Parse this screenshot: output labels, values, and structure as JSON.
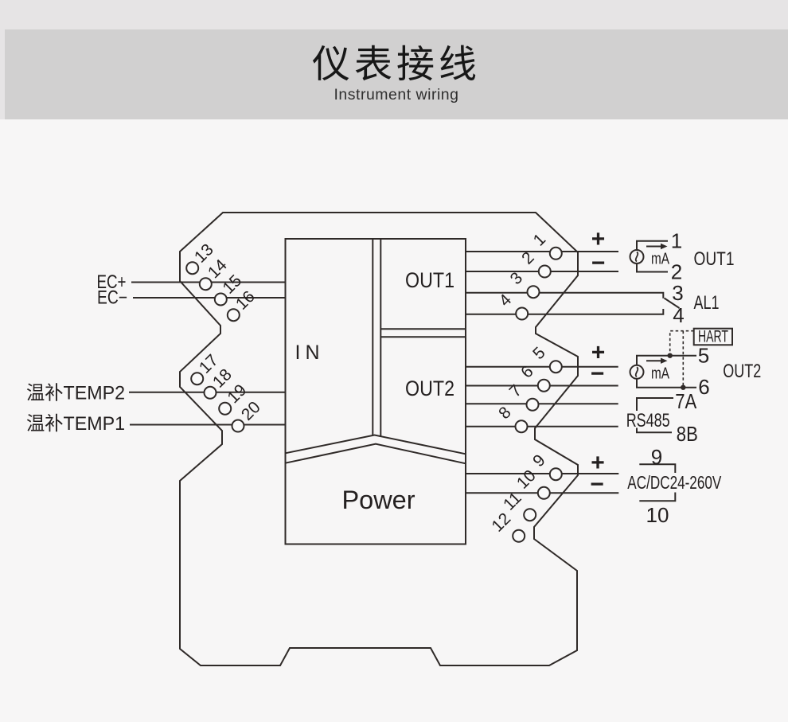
{
  "header": {
    "title": "仪表接线",
    "subtitle": "Instrument wiring"
  },
  "blocks": {
    "in": "IN",
    "out1": "OUT1",
    "out2": "OUT2",
    "power": "Power"
  },
  "left": {
    "ec_plus": "EC+",
    "ec_minus": "EC−",
    "temp2": "温补TEMP2",
    "temp1": "温补TEMP1",
    "terms": [
      "13",
      "14",
      "15",
      "16",
      "17",
      "18",
      "19",
      "20"
    ]
  },
  "right": {
    "terms": [
      "1",
      "2",
      "3",
      "4",
      "5",
      "6",
      "7",
      "8",
      "9",
      "10",
      "11",
      "12"
    ],
    "out1": {
      "plus": "+",
      "minus": "−",
      "ma": "mA",
      "t1": "1",
      "t2": "2",
      "label": "OUT1"
    },
    "al1": {
      "t3": "3",
      "t4": "4",
      "label": "AL1"
    },
    "out2": {
      "plus": "+",
      "minus": "−",
      "ma": "mA",
      "t5": "5",
      "t6": "6",
      "label": "OUT2",
      "hart": "HART"
    },
    "rs485": {
      "t7": "7A",
      "t8": "8B",
      "label": "RS485"
    },
    "power": {
      "plus": "+",
      "minus": "−",
      "t9": "9",
      "t10": "10",
      "label": "AC/DC24-260V"
    }
  }
}
